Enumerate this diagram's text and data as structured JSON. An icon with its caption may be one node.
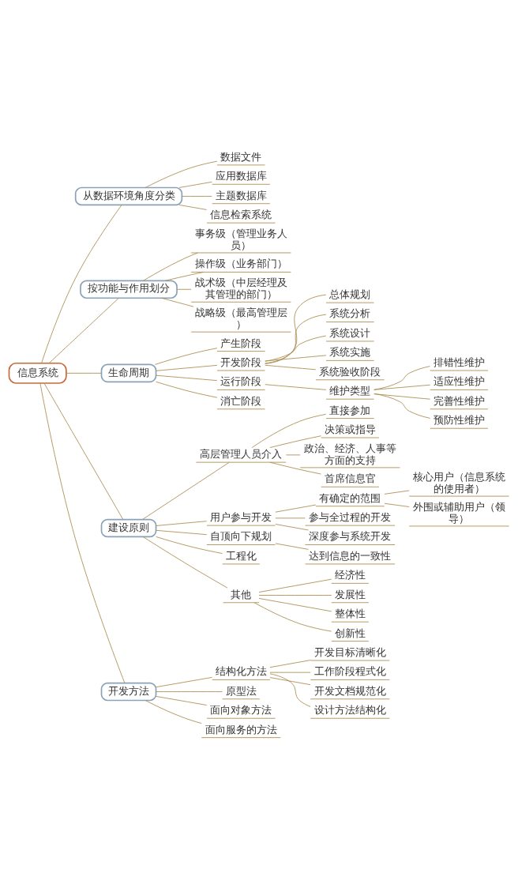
{
  "diagram": {
    "nodes": [
      {
        "text": [
          "信息系统"
        ]
      },
      {
        "text": [
          "从数据环境角度分类"
        ]
      },
      {
        "text": [
          "数据文件"
        ]
      },
      {
        "text": [
          "应用数据库"
        ]
      },
      {
        "text": [
          "主题数据库"
        ]
      },
      {
        "text": [
          "信息检索系统"
        ]
      },
      {
        "text": [
          "按功能与作用划分"
        ]
      },
      {
        "text": [
          "事务级（管理业务人员）"
        ]
      },
      {
        "text": [
          "操作级（业务部门）"
        ]
      },
      {
        "text": [
          "战术级（中层经理及其管理的部门）"
        ]
      },
      {
        "text": [
          "战略级（最高管理层）"
        ]
      },
      {
        "text": [
          "生命周期"
        ]
      },
      {
        "text": [
          "产生阶段"
        ]
      },
      {
        "text": [
          "开发阶段"
        ]
      },
      {
        "text": [
          "总体规划"
        ]
      },
      {
        "text": [
          "系统分析"
        ]
      },
      {
        "text": [
          "系统设计"
        ]
      },
      {
        "text": [
          "系统实施"
        ]
      },
      {
        "text": [
          "系统验收阶段"
        ]
      },
      {
        "text": [
          "运行阶段"
        ]
      },
      {
        "text": [
          "维护类型"
        ]
      },
      {
        "text": [
          "排错性维护"
        ]
      },
      {
        "text": [
          "适应性维护"
        ]
      },
      {
        "text": [
          "完善性维护"
        ]
      },
      {
        "text": [
          "预防性维护"
        ]
      },
      {
        "text": [
          "消亡阶段"
        ]
      },
      {
        "text": [
          "建设原则"
        ]
      },
      {
        "text": [
          "高层管理人员介入"
        ]
      },
      {
        "text": [
          "直接参加"
        ]
      },
      {
        "text": [
          "决策或指导"
        ]
      },
      {
        "text": [
          "政治、经济、人事等方面的支持"
        ]
      },
      {
        "text": [
          "首席信息官"
        ]
      },
      {
        "text": [
          "用户参与开发"
        ]
      },
      {
        "text": [
          "有确定的范围"
        ]
      },
      {
        "text": [
          "核心用户（信息系统的使用者）"
        ]
      },
      {
        "text": [
          "外围或辅助用户（领导）"
        ]
      },
      {
        "text": [
          "参与全过程的开发"
        ]
      },
      {
        "text": [
          "深度参与系统开发"
        ]
      },
      {
        "text": [
          "自顶向下规划"
        ]
      },
      {
        "text": [
          "达到信息的一致性"
        ]
      },
      {
        "text": [
          "工程化"
        ]
      },
      {
        "text": [
          "其他"
        ]
      },
      {
        "text": [
          "经济性"
        ]
      },
      {
        "text": [
          "发展性"
        ]
      },
      {
        "text": [
          "整体性"
        ]
      },
      {
        "text": [
          "创新性"
        ]
      },
      {
        "text": [
          "开发方法"
        ]
      },
      {
        "text": [
          "结构化方法"
        ]
      },
      {
        "text": [
          "开发目标清晰化"
        ]
      },
      {
        "text": [
          "工作阶段程式化"
        ]
      },
      {
        "text": [
          "开发文档规范化"
        ]
      },
      {
        "text": [
          "设计方法结构化"
        ]
      },
      {
        "text": [
          "原型法"
        ]
      },
      {
        "text": [
          "面向对象方法"
        ]
      },
      {
        "text": [
          "面向服务的方法"
        ]
      }
    ],
    "edges": [
      {
        "from": 0,
        "to": 1,
        "arrow": "none"
      },
      {
        "from": 1,
        "to": 2,
        "arrow": "none"
      },
      {
        "from": 1,
        "to": 3,
        "arrow": "none"
      },
      {
        "from": 1,
        "to": 4,
        "arrow": "none"
      },
      {
        "from": 1,
        "to": 5,
        "arrow": "none"
      },
      {
        "from": 0,
        "to": 6,
        "arrow": "none"
      },
      {
        "from": 6,
        "to": 7,
        "arrow": "none"
      },
      {
        "from": 6,
        "to": 8,
        "arrow": "none"
      },
      {
        "from": 6,
        "to": 9,
        "arrow": "none"
      },
      {
        "from": 6,
        "to": 10,
        "arrow": "none"
      },
      {
        "from": 0,
        "to": 11,
        "arrow": "none"
      },
      {
        "from": 11,
        "to": 12,
        "arrow": "none"
      },
      {
        "from": 11,
        "to": 13,
        "arrow": "none"
      },
      {
        "from": 13,
        "to": 14,
        "arrow": "none"
      },
      {
        "from": 13,
        "to": 15,
        "arrow": "none"
      },
      {
        "from": 13,
        "to": 16,
        "arrow": "none"
      },
      {
        "from": 13,
        "to": 17,
        "arrow": "none"
      },
      {
        "from": 13,
        "to": 18,
        "arrow": "none"
      },
      {
        "from": 11,
        "to": 19,
        "arrow": "none"
      },
      {
        "from": 19,
        "to": 20,
        "arrow": "none"
      },
      {
        "from": 20,
        "to": 21,
        "arrow": "none"
      },
      {
        "from": 20,
        "to": 22,
        "arrow": "none"
      },
      {
        "from": 20,
        "to": 23,
        "arrow": "none"
      },
      {
        "from": 20,
        "to": 24,
        "arrow": "none"
      },
      {
        "from": 11,
        "to": 25,
        "arrow": "none"
      },
      {
        "from": 0,
        "to": 26,
        "arrow": "none"
      },
      {
        "from": 26,
        "to": 27,
        "arrow": "none"
      },
      {
        "from": 27,
        "to": 28,
        "arrow": "none"
      },
      {
        "from": 27,
        "to": 29,
        "arrow": "none"
      },
      {
        "from": 27,
        "to": 30,
        "arrow": "none"
      },
      {
        "from": 27,
        "to": 31,
        "arrow": "none"
      },
      {
        "from": 26,
        "to": 32,
        "arrow": "none"
      },
      {
        "from": 32,
        "to": 33,
        "arrow": "none"
      },
      {
        "from": 33,
        "to": 34,
        "arrow": "none"
      },
      {
        "from": 33,
        "to": 35,
        "arrow": "none"
      },
      {
        "from": 32,
        "to": 36,
        "arrow": "none"
      },
      {
        "from": 32,
        "to": 37,
        "arrow": "none"
      },
      {
        "from": 26,
        "to": 38,
        "arrow": "none"
      },
      {
        "from": 38,
        "to": 39,
        "arrow": "none"
      },
      {
        "from": 26,
        "to": 40,
        "arrow": "none"
      },
      {
        "from": 26,
        "to": 41,
        "arrow": "none"
      },
      {
        "from": 41,
        "to": 42,
        "arrow": "none"
      },
      {
        "from": 41,
        "to": 43,
        "arrow": "none"
      },
      {
        "from": 41,
        "to": 44,
        "arrow": "none"
      },
      {
        "from": 41,
        "to": 45,
        "arrow": "none"
      },
      {
        "from": 0,
        "to": 46,
        "arrow": "none"
      },
      {
        "from": 46,
        "to": 47,
        "arrow": "none"
      },
      {
        "from": 47,
        "to": 48,
        "arrow": "none"
      },
      {
        "from": 47,
        "to": 49,
        "arrow": "none"
      },
      {
        "from": 47,
        "to": 50,
        "arrow": "none"
      },
      {
        "from": 47,
        "to": 51,
        "arrow": "none"
      },
      {
        "from": 46,
        "to": 52,
        "arrow": "none"
      },
      {
        "from": 46,
        "to": 53,
        "arrow": "none"
      },
      {
        "from": 46,
        "to": 54,
        "arrow": "none"
      }
    ]
  }
}
